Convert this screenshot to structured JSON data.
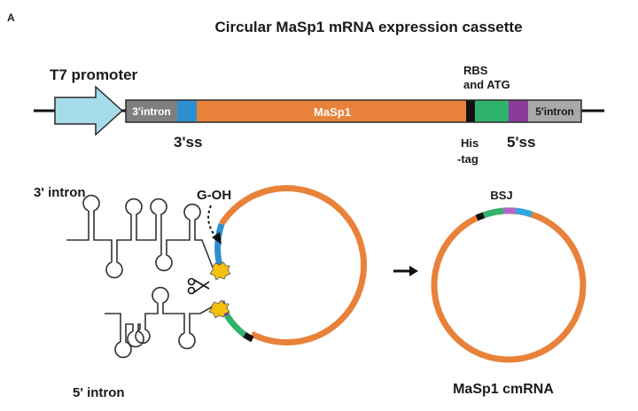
{
  "panel_label": "A",
  "title": "Circular MaSp1 mRNA expression cassette",
  "cassette": {
    "promoter_label": "T7 promoter",
    "segments": {
      "three_intron": "3'intron",
      "masp1": "MaSp1",
      "five_intron": "5'intron"
    },
    "annotations": {
      "three_ss": "3'ss",
      "rbs_line1": "RBS",
      "rbs_line2": "and ATG",
      "his_line1": "His",
      "his_line2": "-tag",
      "five_ss": "5'ss"
    },
    "colors": {
      "promoter": "#a6dcea",
      "intron": "#7f7f7f",
      "blue": "#2f8fce",
      "orange": "#e8823a",
      "black": "#111111",
      "green": "#2fb36b",
      "purple": "#8a3c9a",
      "five_intron": "#a9a9a9"
    }
  },
  "splicing": {
    "three_intron_label": "3' intron",
    "five_intron_label": "5' intron",
    "goh_label": "G-OH",
    "scissors_icon": "scissors-icon",
    "arrow_icon": "right-arrow-icon"
  },
  "product": {
    "bsj_label": "BSJ",
    "title": "MaSp1 cmRNA"
  }
}
